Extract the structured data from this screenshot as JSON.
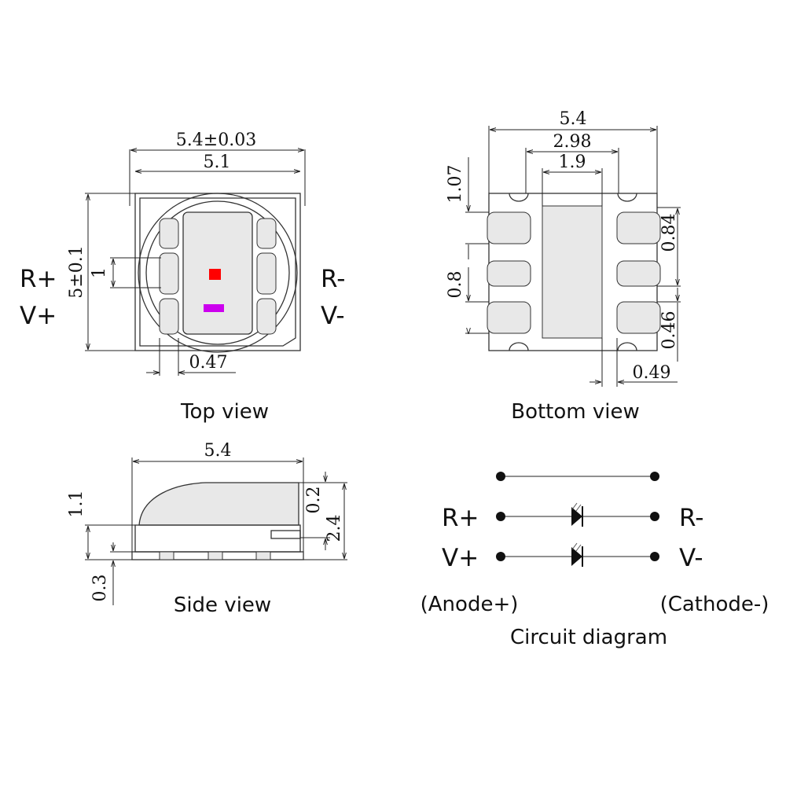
{
  "top_view": {
    "caption": "Top view",
    "dim_width_tol": "5.4±0.03",
    "dim_width": "5.1",
    "dim_height_tol": "5±0.1",
    "dim_pad": "1",
    "dim_gap": "0.47",
    "label_r_plus": "R+",
    "label_v_plus": "V+",
    "label_r_minus": "R-",
    "label_v_minus": "V-",
    "chip_colors": {
      "red": "#ff0000",
      "violet": "#cc00ee"
    }
  },
  "bottom_view": {
    "caption": "Bottom view",
    "dim_width": "5.4",
    "dim_pad_span": "2.98",
    "dim_center": "1.9",
    "dim_top": "1.07",
    "dim_pad_pitch": "0.84",
    "dim_pad_h": "0.8",
    "dim_pad_gap": "0.46",
    "dim_pad_w": "0.49"
  },
  "side_view": {
    "caption": "Side view",
    "dim_width": "5.4",
    "dim_dome": "1.1",
    "dim_top": "0.2",
    "dim_total": "2.4",
    "dim_base": "0.3"
  },
  "circuit": {
    "caption": "Circuit diagram",
    "r_plus": "R+",
    "v_plus": "V+",
    "r_minus": "R-",
    "v_minus": "V-",
    "anode": "(Anode+)",
    "cathode": "(Cathode-)"
  }
}
